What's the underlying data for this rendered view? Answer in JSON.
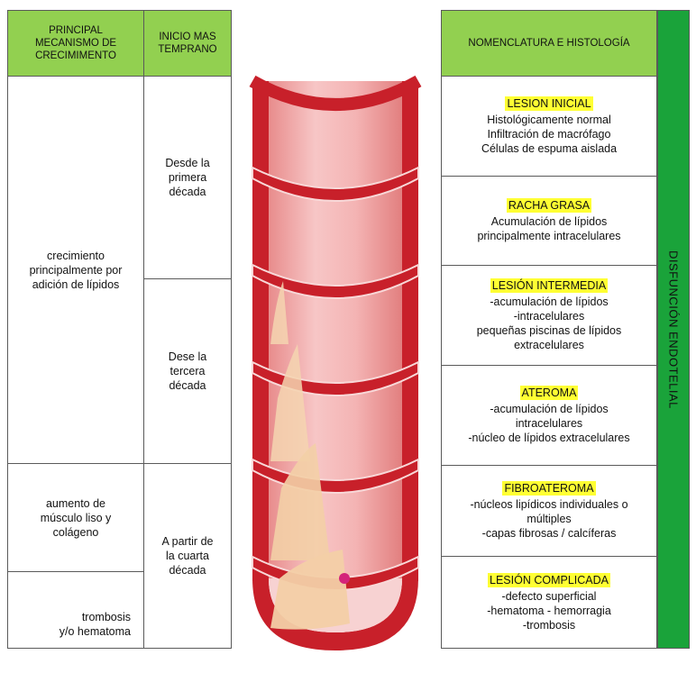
{
  "headers": {
    "mechanism": "PRINCIPAL\nMECANISMO DE\nCRECIMIMENTO",
    "onset": "INICIO MAS\nTEMPRANO",
    "nomenclature": "NOMENCLATURA E HISTOLOGÍA"
  },
  "mechanism_rows": [
    {
      "text": "crecimiento\nprincipalmente por\nadición de lípidos"
    },
    {
      "text": "aumento de\nmúsculo liso y\ncolágeno"
    },
    {
      "text": "trombosis\ny/o hematoma"
    }
  ],
  "onset_rows": [
    {
      "text": "Desde la\nprimera\ndécada"
    },
    {
      "text": "Dese la\ntercera\ndécada"
    },
    {
      "text": "A partir de\nla cuarta\ndécada"
    }
  ],
  "lesions": [
    {
      "title": "LESION INICIAL",
      "lines": [
        "Histológicamente normal",
        "Infiltración de macrófago",
        "Células de espuma aislada"
      ]
    },
    {
      "title": "RACHA GRASA",
      "lines": [
        "Acumulación de lípidos",
        "principalmente intracelulares"
      ]
    },
    {
      "title": "LESIÓN INTERMEDIA",
      "lines": [
        "-acumulación de lípidos",
        "-intracelulares",
        "pequeñas piscinas de lípidos",
        "extracelulares"
      ]
    },
    {
      "title": "ATEROMA",
      "lines": [
        "-acumulación de lípidos",
        "intracelulares",
        "-núcleo de lípidos extracelulares"
      ]
    },
    {
      "title": "FIBROATEROMA",
      "lines": [
        "-núcleos lipídicos individuales o",
        "múltiples",
        "-capas fibrosas / calcíferas"
      ]
    },
    {
      "title": "LESIÓN COMPLICADA",
      "lines": [
        "-defecto superficial",
        "-hematoma - hemorragia",
        "-trombosis"
      ]
    }
  ],
  "side_label": "DISFUNCIÓN ENDOTELIAL",
  "colors": {
    "header_green": "#92d050",
    "side_green": "#1aa33a",
    "highlight": "#ffff33",
    "artery_red": "#c8202a",
    "intima_pink": "#f2a9a9",
    "lipid": "#f5d5b0"
  }
}
